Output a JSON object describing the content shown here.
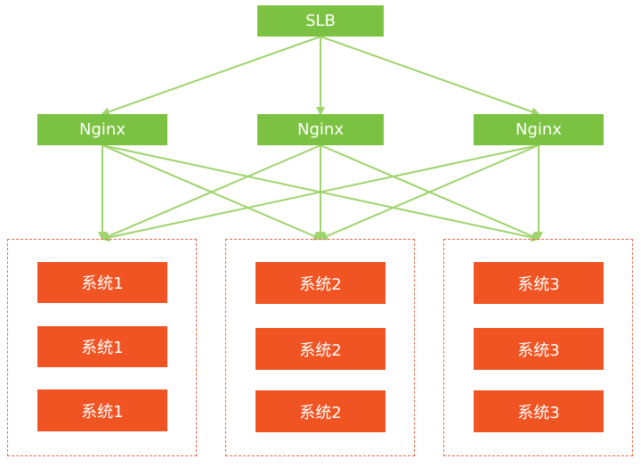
{
  "lb": {
    "label": "SLB",
    "color": "#7cc242"
  },
  "proxies": [
    {
      "label": "Nginx"
    },
    {
      "label": "Nginx"
    },
    {
      "label": "Nginx"
    }
  ],
  "clusters": [
    {
      "nodes": [
        {
          "label": "系统1"
        },
        {
          "label": "系统1"
        },
        {
          "label": "系统1"
        }
      ]
    },
    {
      "nodes": [
        {
          "label": "系统2"
        },
        {
          "label": "系统2"
        },
        {
          "label": "系统2"
        }
      ]
    },
    {
      "nodes": [
        {
          "label": "系统3"
        },
        {
          "label": "系统3"
        },
        {
          "label": "系统3"
        }
      ]
    }
  ],
  "colors": {
    "green": "#7cc242",
    "red": "#f05423",
    "dashed_border": "#e8684a",
    "edge": "#9fd36d"
  }
}
